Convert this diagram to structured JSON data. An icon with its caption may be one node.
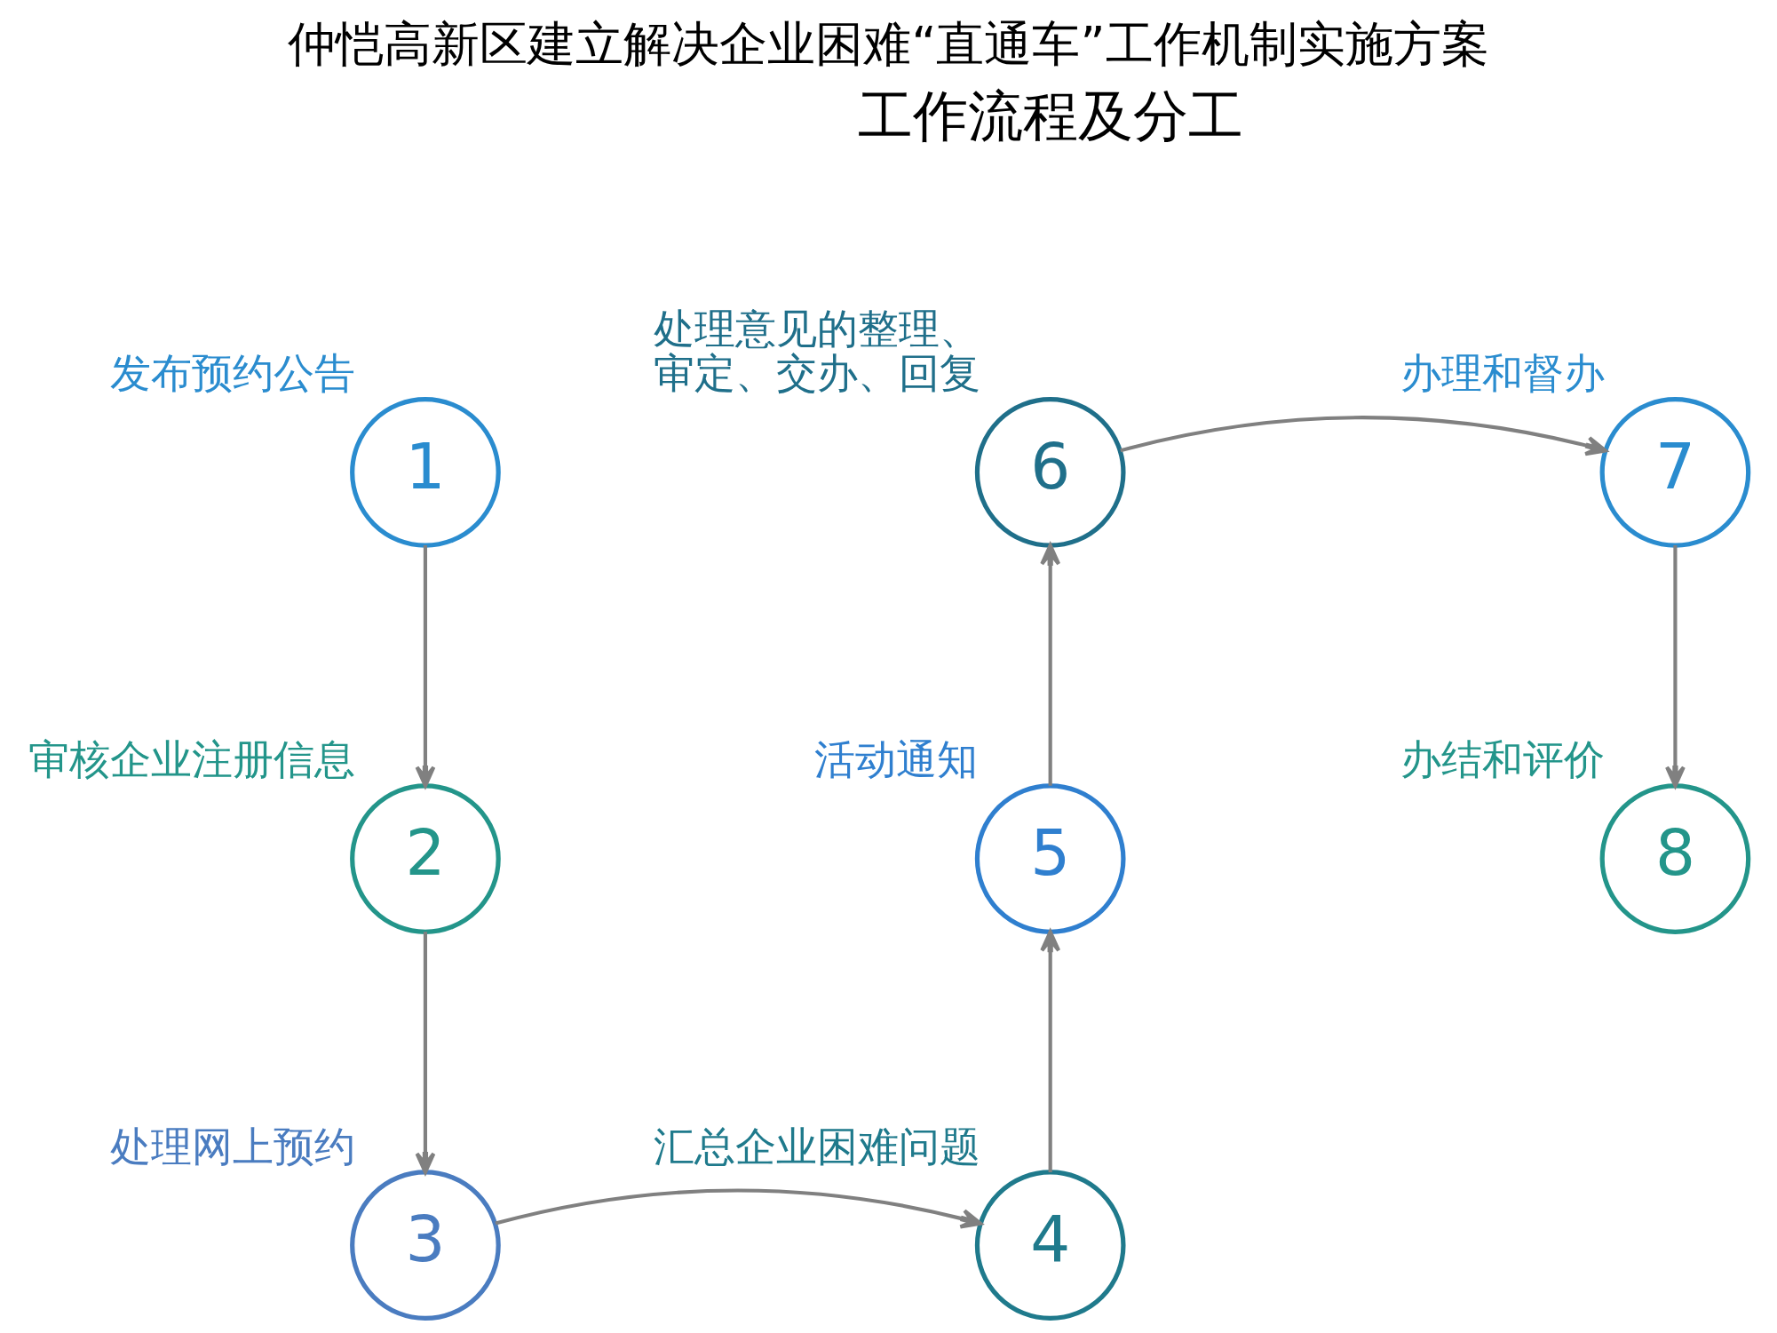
{
  "diagram": {
    "title": "仲恺高新区建立解决企业困难“直通车”工作机制实施方案",
    "nodes": [
      {
        "text": [
          "1"
        ],
        "beside": [
          "发布预约公告"
        ]
      },
      {
        "text": [
          "2"
        ],
        "beside": [
          "审核企业注册信息"
        ]
      },
      {
        "text": [
          "3"
        ],
        "beside": [
          "处理网上预约"
        ]
      },
      {
        "text": [
          "4"
        ],
        "beside": [
          "汇总企业困难问题"
        ]
      },
      {
        "text": [
          "5"
        ],
        "beside": [
          "活动通知"
        ]
      },
      {
        "text": [
          "6"
        ],
        "beside": [
          "处理意见的整理、审定、交办、回复"
        ]
      },
      {
        "text": [
          "7"
        ],
        "beside": [
          "办理和督办"
        ]
      },
      {
        "text": [
          "8"
        ],
        "beside": [
          "办结和评价"
        ]
      }
    ],
    "edges": [
      {
        "from": 0,
        "to": 1,
        "arrow": "to"
      },
      {
        "from": 1,
        "to": 2,
        "arrow": "to"
      },
      {
        "from": 2,
        "to": 3,
        "arrow": "to"
      },
      {
        "from": 3,
        "to": 4,
        "arrow": "to"
      },
      {
        "from": 4,
        "to": 5,
        "arrow": "to"
      },
      {
        "from": 5,
        "to": 6,
        "arrow": "to"
      },
      {
        "from": 6,
        "to": 7,
        "arrow": "to"
      }
    ],
    "labels": [
      "工作流程及分工"
    ]
  }
}
